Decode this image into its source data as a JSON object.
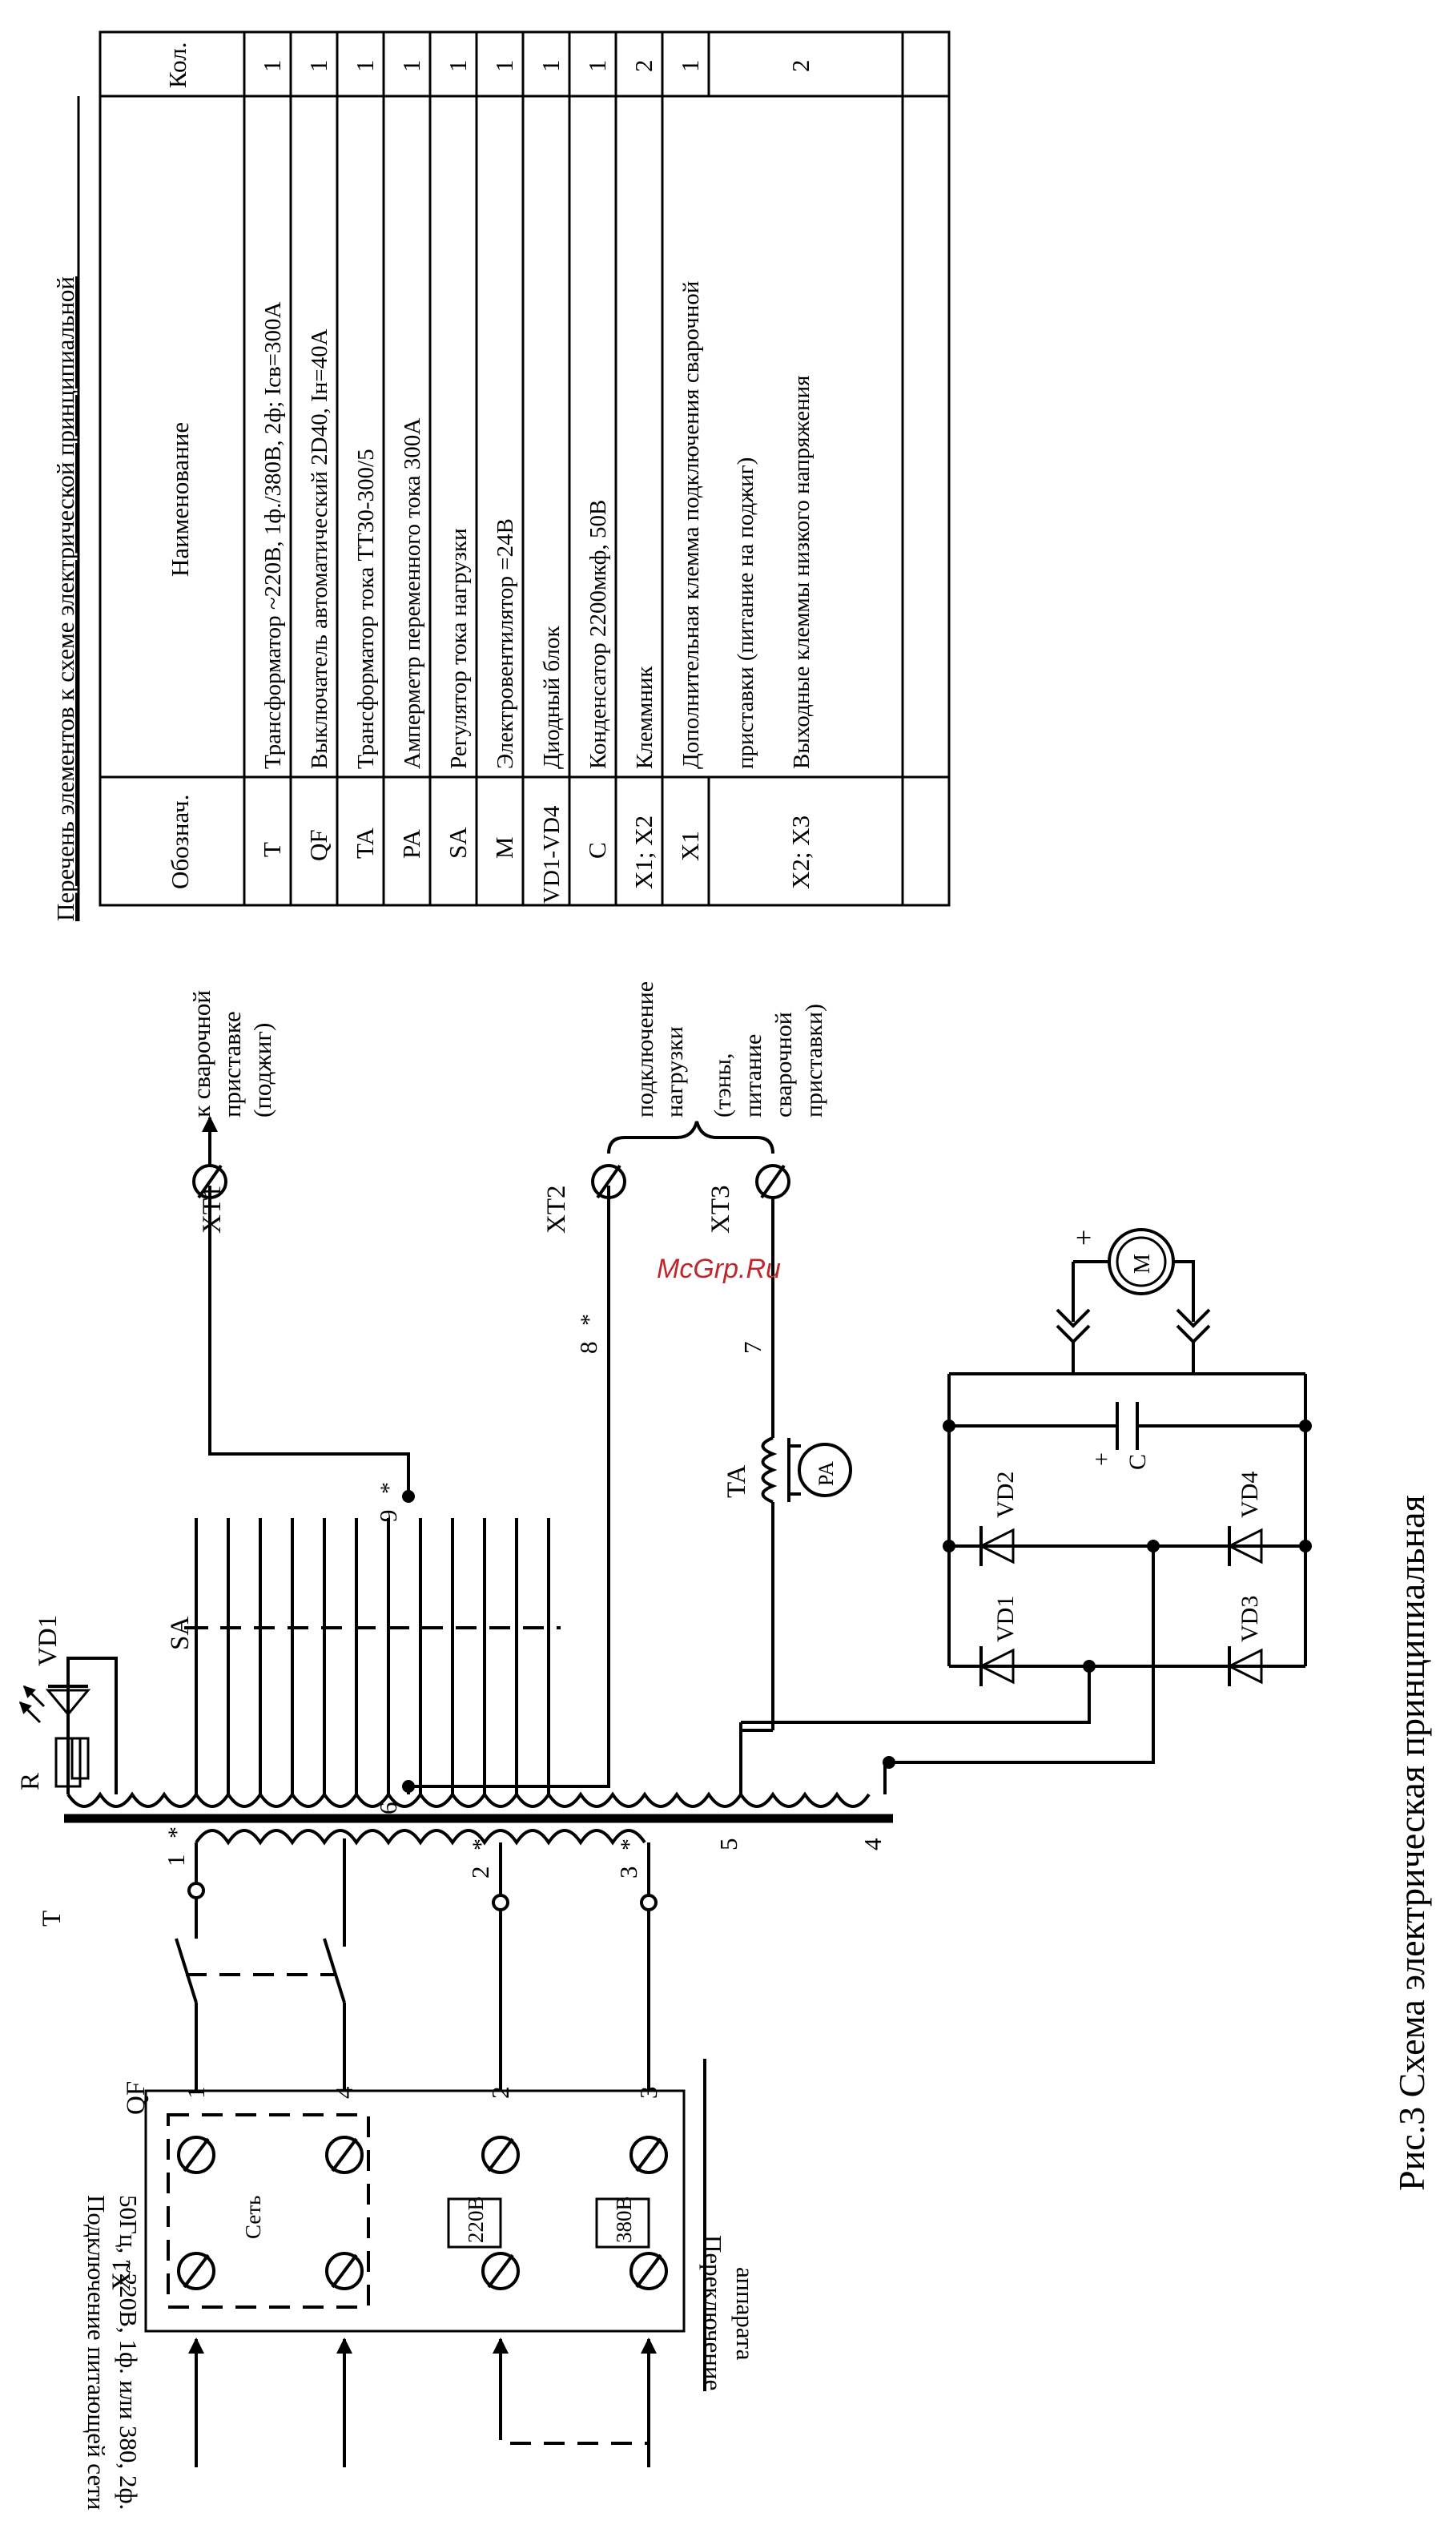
{
  "figure_caption": "Рис.3 Схема электрическая принципиальная",
  "watermark": "McGrp.Ru",
  "table": {
    "title": "Перечень элементов к схеме электрической принципиальной",
    "headers": [
      "Обознач.",
      "Наименование",
      "Кол."
    ],
    "rows": [
      [
        "T",
        "Трансформатор ~220В, 1ф./380В, 2ф; Iсв=300А",
        "1"
      ],
      [
        "QF",
        "Выключатель автоматический 2D40, Iн=40А",
        "1"
      ],
      [
        "TA",
        "Трансформатор тока ТТ30-300/5",
        "1"
      ],
      [
        "PA",
        "Амперметр переменного тока 300А",
        "1"
      ],
      [
        "SA",
        "Регулятор тока нагрузки",
        "1"
      ],
      [
        "M",
        "Электровентилятор =24В",
        "1"
      ],
      [
        "VD1-VD4",
        "Диодный блок",
        "1"
      ],
      [
        "C",
        "Конденсатор 2200мкф, 50В",
        "1"
      ],
      [
        "X1; X2",
        "Клеммник",
        "2"
      ],
      [
        "X1",
        "Дополнительная клемма подключения сварочной",
        "1"
      ],
      [
        "",
        "приставки (питание на поджиг)",
        ""
      ],
      [
        "X2; X3",
        "Выходные клеммы низкого напряжения",
        "2"
      ]
    ]
  },
  "schematic": {
    "labels": {
      "x1": "X1",
      "qf": "QF",
      "t": "T",
      "r": "R",
      "vd1_led": "VD1",
      "sa": "SA",
      "ta": "TA",
      "pa": "PA",
      "m": "M",
      "c": "C",
      "plus": "+",
      "vd1": "VD1",
      "vd2": "VD2",
      "vd3": "VD3",
      "vd4": "VD4",
      "xt1": "XT1",
      "xt2": "XT2",
      "xt3": "XT3",
      "set": "Сеть",
      "v220": "220В",
      "v380": "380В",
      "n1": "1",
      "n2": "2",
      "n3": "3",
      "n4": "4",
      "t1": "1",
      "t2": "2",
      "t3": "3",
      "s4": "4",
      "s5": "5",
      "s6": "6",
      "w7": "7",
      "w8": "8",
      "w9": "9",
      "star": "*"
    },
    "texts": {
      "mains_line1": "Подключение питающей сети",
      "mains_line2": "50Гц, ~220В, 1ф. или 380, 2ф.",
      "switch_line1": "Переключение",
      "switch_line2": "аппарата",
      "xt1_line1": "к сварочной",
      "xt1_line2": "приставке",
      "xt1_line3": "(поджиг)",
      "load_line1": "подключение",
      "load_line2": "нагрузки",
      "load_line3": "(тэны,",
      "load_line4": "питание",
      "load_line5": "сварочной",
      "load_line6": "приставки)"
    }
  }
}
